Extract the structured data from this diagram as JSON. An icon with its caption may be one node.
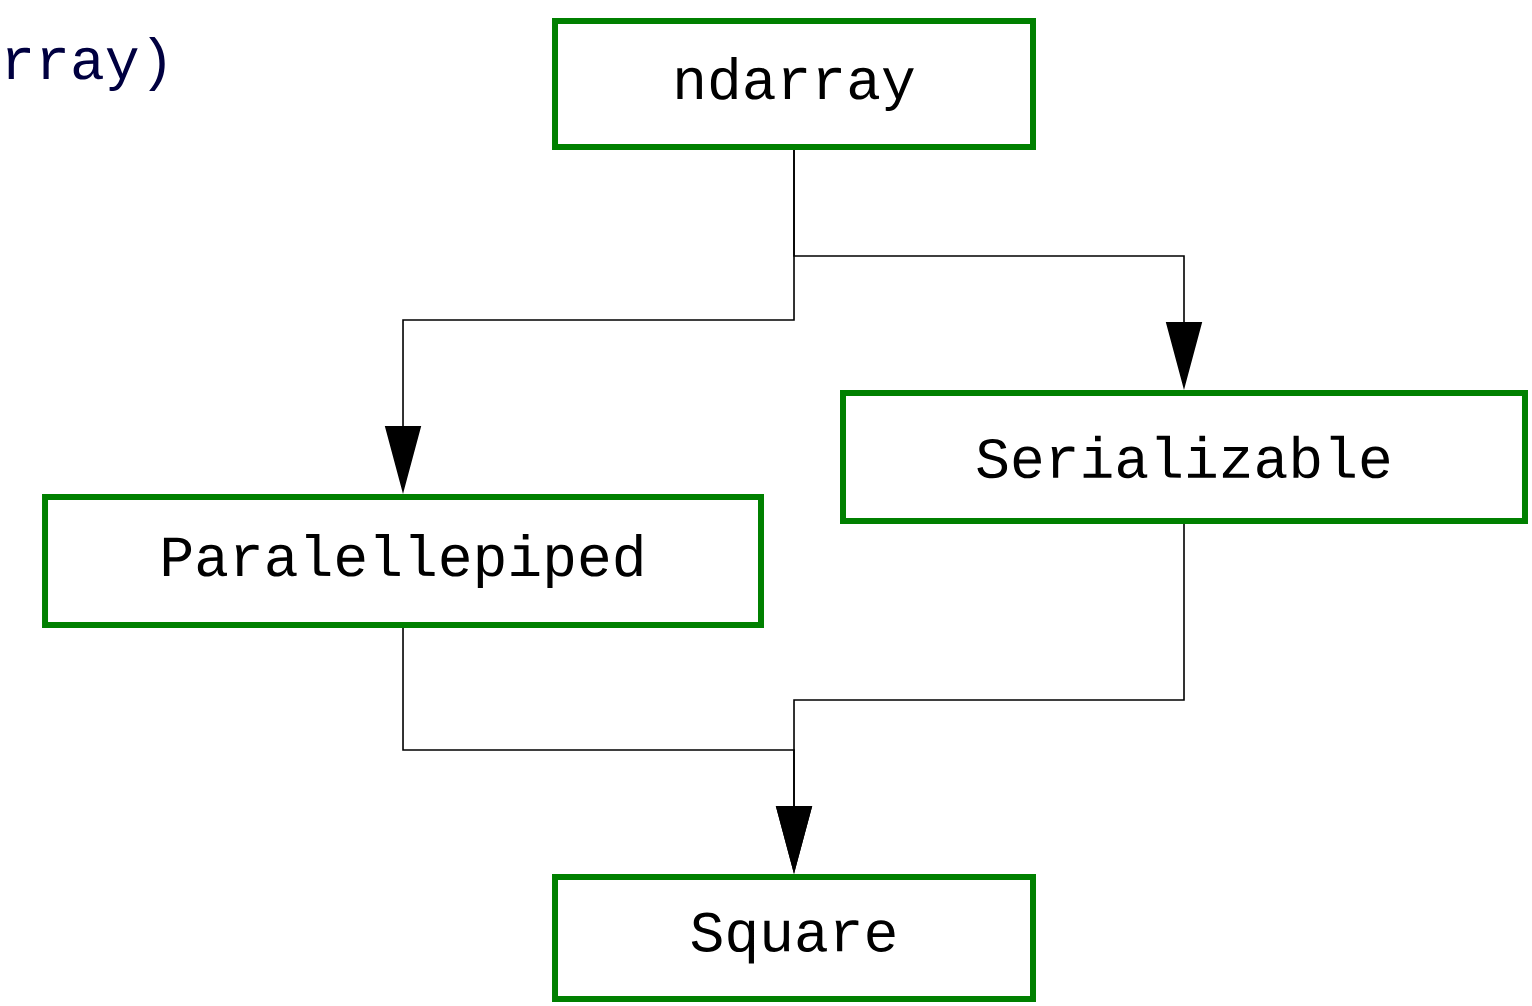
{
  "diagram": {
    "nodes": [
      {
        "text": [
          "ndarray"
        ]
      },
      {
        "text": [
          "Paralellepiped"
        ]
      },
      {
        "text": [
          "Serializable"
        ]
      },
      {
        "text": [
          "Square"
        ]
      }
    ],
    "edges": [
      {
        "from": 0,
        "to": 1,
        "arrow": "to"
      },
      {
        "from": 0,
        "to": 2,
        "arrow": "to"
      },
      {
        "from": 1,
        "to": 3,
        "arrow": "to"
      },
      {
        "from": 2,
        "to": 3,
        "arrow": "to"
      }
    ],
    "labels": [
      "rray)"
    ]
  }
}
